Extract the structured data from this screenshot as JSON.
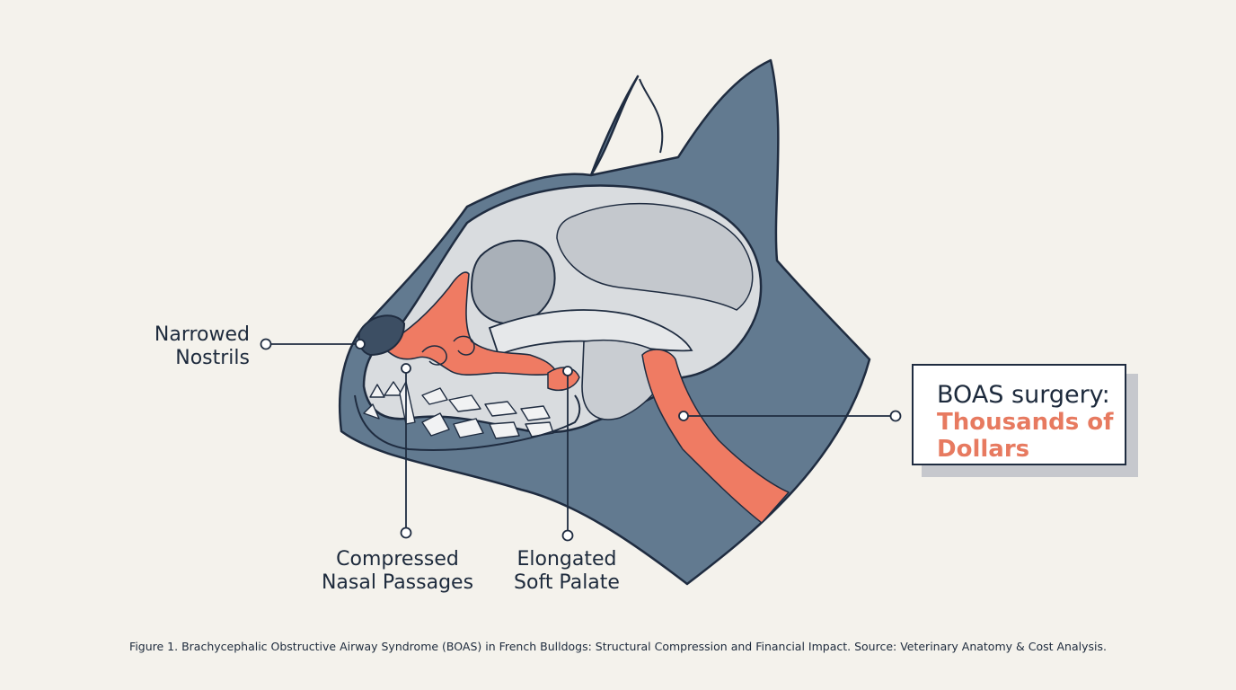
{
  "labels": {
    "nostrils": [
      "Narrowed",
      "Nostrils"
    ],
    "nasal_passages": [
      "Compressed",
      "Nasal Passages"
    ],
    "soft_palate": [
      "Elongated",
      "Soft Palate"
    ]
  },
  "callout": {
    "title": "BOAS surgery:",
    "value": "Thousands of Dollars"
  },
  "caption": "Figure 1. Brachycephalic Obstructive Airway Syndrome (BOAS) in French Bulldogs: Structural Compression and Financial Impact. Source: Veterinary Anatomy & Cost Analysis.",
  "colors": {
    "background": "#f4f2ec",
    "head": "#627a90",
    "skull": "#d9dcdf",
    "skull_shade": "#bec3c8",
    "airway": "#ef7b63",
    "outline": "#1f2c40",
    "teeth": "#f1f2f3"
  }
}
